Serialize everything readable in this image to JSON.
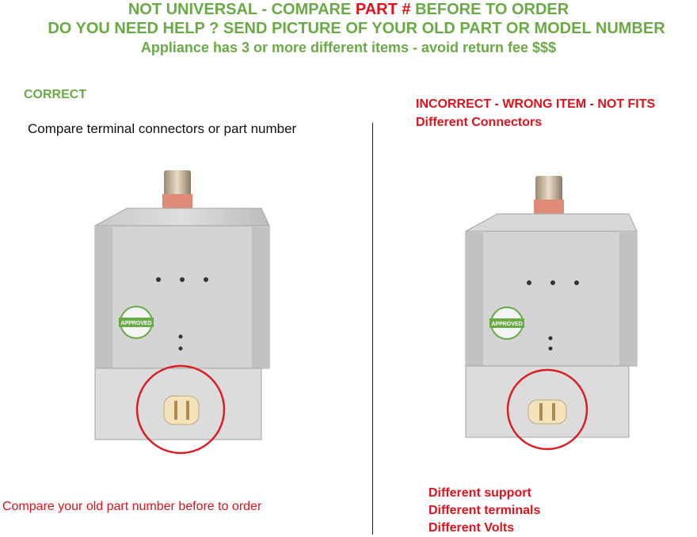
{
  "header": {
    "line1_a": "NOT UNIVERSAL - COMPARE ",
    "line1_part": "PART #",
    "line1_b": " BEFORE TO ORDER",
    "line2": "DO YOU NEED HELP ? SEND PICTURE OF YOUR OLD PART OR MODEL NUMBER",
    "line3": "Appliance has 3 or more different items  - avoid return fee $$$"
  },
  "left": {
    "heading": "CORRECT",
    "instruction": "Compare terminal connectors or part number",
    "footer": "Compare your old part number before to order",
    "badge_text": "APPROVED"
  },
  "right": {
    "heading": "INCORRECT - WRONG ITEM - NOT FITS",
    "subheading": "Different Connectors",
    "differences": [
      "Different support",
      "Different terminals",
      "Different Volts"
    ],
    "badge_text": "APPROVED"
  },
  "colors": {
    "green": "#6aaa46",
    "red": "#e0121b",
    "highlight_circle": "#d81f26"
  }
}
